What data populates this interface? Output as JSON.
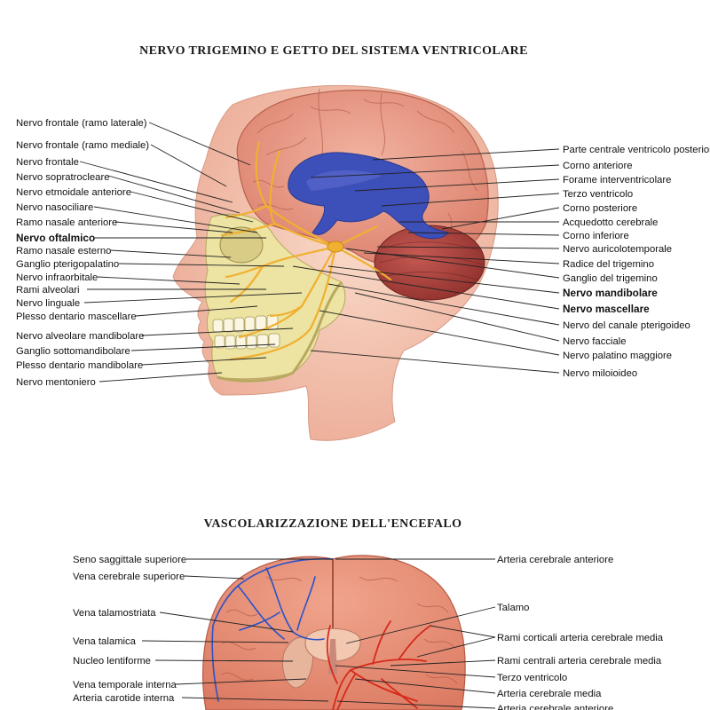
{
  "section1": {
    "title": "NERVO TRIGEMINO E GETTO DEL SISTEMA VENTRICOLARE",
    "left_labels": [
      {
        "text": "Nervo frontale (ramo laterale)",
        "bold": false
      },
      {
        "text": "Nervo frontale (ramo mediale)",
        "bold": false
      },
      {
        "text": "Nervo frontale",
        "bold": false
      },
      {
        "text": "Nervo sopratrocleare",
        "bold": false
      },
      {
        "text": "Nervo etmoidale anteriore",
        "bold": false
      },
      {
        "text": "Nervo nasociliare",
        "bold": false
      },
      {
        "text": "Ramo nasale anteriore",
        "bold": false
      },
      {
        "text": "Nervo oftalmico",
        "bold": true
      },
      {
        "text": "Ramo nasale esterno",
        "bold": false
      },
      {
        "text": "Ganglio pterigopalatino",
        "bold": false
      },
      {
        "text": "Nervo infraorbitale",
        "bold": false
      },
      {
        "text": "Rami alveolari",
        "bold": false
      },
      {
        "text": "Nervo linguale",
        "bold": false
      },
      {
        "text": "Plesso dentario mascellare",
        "bold": false
      },
      {
        "text": "Nervo alveolare mandibolare",
        "bold": false
      },
      {
        "text": "Ganglio sottomandibolare",
        "bold": false
      },
      {
        "text": "Plesso dentario mandibolare",
        "bold": false
      },
      {
        "text": "Nervo mentoniero",
        "bold": false
      }
    ],
    "right_labels": [
      {
        "text": "Parte centrale ventricolo posteriore",
        "bold": false
      },
      {
        "text": "Corno anteriore",
        "bold": false
      },
      {
        "text": "Forame interventricolare",
        "bold": false
      },
      {
        "text": "Terzo ventricolo",
        "bold": false
      },
      {
        "text": "Corno posteriore",
        "bold": false
      },
      {
        "text": "Acquedotto cerebrale",
        "bold": false
      },
      {
        "text": "Corno inferiore",
        "bold": false
      },
      {
        "text": "Nervo auricolotemporale",
        "bold": false
      },
      {
        "text": "Radice del trigemino",
        "bold": false
      },
      {
        "text": "Ganglio del trigemino",
        "bold": false
      },
      {
        "text": "Nervo mandibolare",
        "bold": true
      },
      {
        "text": "Nervo mascellare",
        "bold": true
      },
      {
        "text": "Nervo del canale pterigoideo",
        "bold": false
      },
      {
        "text": "Nervo facciale",
        "bold": false
      },
      {
        "text": "Nervo palatino maggiore",
        "bold": false
      },
      {
        "text": "Nervo miloioideo",
        "bold": false
      }
    ]
  },
  "section2": {
    "title": "VASCOLARIZZAZIONE DELL'ENCEFALO",
    "left_labels": [
      {
        "text": "Seno saggittale superiore"
      },
      {
        "text": "Vena cerebrale superiore"
      },
      {
        "text": "Vena talamostriata"
      },
      {
        "text": "Vena talamica"
      },
      {
        "text": "Nucleo lentiforme"
      },
      {
        "text": "Vena temporale interna"
      },
      {
        "text": "Arteria carotide interna"
      }
    ],
    "right_labels": [
      {
        "text": "Arteria cerebrale anteriore"
      },
      {
        "text": "Talamo"
      },
      {
        "text": "Rami corticali arteria cerebrale media"
      },
      {
        "text": "Rami centrali arteria cerebrale media"
      },
      {
        "text": "Terzo ventricolo"
      },
      {
        "text": "Arteria cerebrale media"
      },
      {
        "text": "Arteria cerebrale anteriore"
      }
    ]
  },
  "colors": {
    "skin": "#f4c9b6",
    "brain": "#e89a86",
    "ventricle": "#3d4fb8",
    "nerve": "#f0b030",
    "bone": "#ede3a2",
    "vein": "#2a52c8",
    "artery": "#d62a1a"
  }
}
